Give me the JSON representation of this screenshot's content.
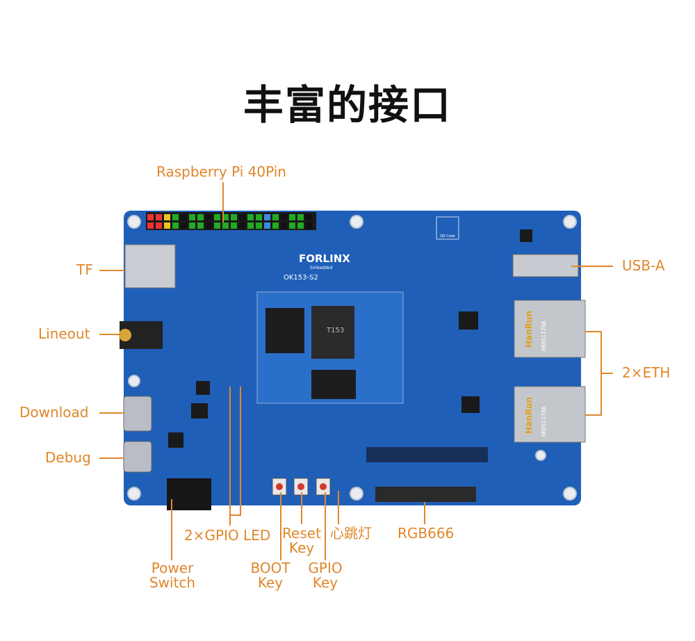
{
  "title": "丰富的接口",
  "colors": {
    "label": "#e0872a",
    "board": "#1f5fb8",
    "title": "#111111"
  },
  "labels": {
    "rpi": "Raspberry Pi 40Pin",
    "tf": "TF",
    "lineout": "Lineout",
    "download": "Download",
    "debug": "Debug",
    "usba": "USB-A",
    "eth": "2×ETH",
    "gpio_led": "2×GPIO LED",
    "reset_key": [
      "Reset",
      "Key"
    ],
    "heartbeat": "心跳灯",
    "rgb": "RGB666",
    "power_switch": [
      "Power",
      "Switch"
    ],
    "boot_key": [
      "BOOT",
      "Key"
    ],
    "gpio_key": [
      "GPIO",
      "Key"
    ]
  },
  "board": {
    "brand": "FORLINX",
    "brand_sub": "Embedded",
    "model": "OK153-S2",
    "cpu": "T153",
    "jack_brand": "HanRun",
    "jack_model": "HR851178A",
    "qr": "QR Code"
  }
}
